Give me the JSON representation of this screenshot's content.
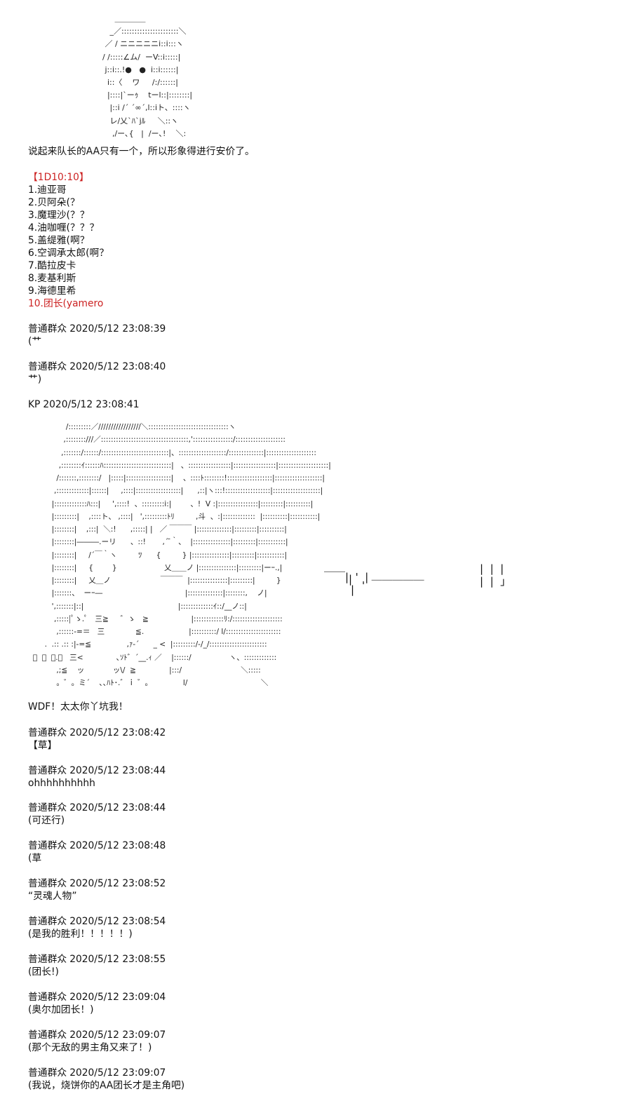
{
  "art_top": "             ＿＿＿＿\n           _／::::::::::::::::::::::＼\n         ／ / ニニニニニi::i:::ヽ\n        / /:::::∠ム/  ーV::i:::::|\n         j::i::.!●   ●  i::i::::::|\n          i::〈    ワ     /:/::::::|\n          |::::|`ーｩ    tーl::|::::::::|\n           |::i /´ ´∞´,l::iト、::::ヽ\n           レ/乂`ﾊ`jﾙ     ＼::ヽ\n            ,/ー､{   |  /ー､!    ＼:",
  "intro": "说起来队长的AA只有一个，所以形象得进行安价了。",
  "dice_label": "【1D10:10】",
  "choices": [
    {
      "num": "1.",
      "text": "迪亚哥"
    },
    {
      "num": "2.",
      "text": "贝阿朵(？"
    },
    {
      "num": "3.",
      "text": "魔理沙(？？"
    },
    {
      "num": "4.",
      "text": "油咖喱(？？？"
    },
    {
      "num": "5.",
      "text": "盖缇雅(啊？"
    },
    {
      "num": "6.",
      "text": "空调承太郎(啊？"
    },
    {
      "num": "7.",
      "text": "酷拉皮卡"
    },
    {
      "num": "8.",
      "text": "麦基利斯"
    },
    {
      "num": "9.",
      "text": "海德里希"
    }
  ],
  "highlight_choice": {
    "num": "10.",
    "text": "团长(yamero"
  },
  "early_comments": [
    {
      "user": "普通群众",
      "time": "2020/5/12 23:08:39",
      "text": "(艹"
    },
    {
      "user": "普通群众",
      "time": "2020/5/12 23:08:40",
      "text": "艹)"
    }
  ],
  "kp_header": {
    "user": "KP",
    "time": "2020/5/12 23:08:41"
  },
  "art_main": "                /:::::::::／/////////////////＼::::::::::::::::::::::::::::::::ヽ\n               ,::::::::///／:::::::::::::::::::::::::::::::::::,'::::::::::::::::/::::::::::::::::::::\n              ,:::::::/::::::/:::::::::::::::::::::::::::|、:::::::::::::::::::/::::::::::::::|::::::::::::::::::::\n             ,::::::::ｲ::::::ﾊ:::::::::::::::::::::::::::|   、:::::::::::::::::|:::::::::::::::::|::::::::::::::::::::|\n            /:::::::,::::::::/   |:::::|::::::::::::::::::|    、::::ﾄ::::::::!::::::::::::::::::|:::::::::::::::::::|\n           ,:::::::::::::|::::::|     ,::::|::::::::::::::::::|      ,::|ヽ:::!::::::::::::::::::|:::::::::::::::::::|\n          |:::::::::::::ﾊ:::|     ',::::!  、:::::::::i:|        、!  V :|::::::::::::::::|:::::::::|::::::::::|\n          |:::::::::|    ,::::ト、 ,::::|   ',:::::::::ﾄﾘ         ,斗  、:|:::::::::::::  |::::::::::|:::::::::::|\n          |::::::::|    ,:::|  ＼:!      ,:::::| |   ／ ￣￣￣ |::::::::::::::|:::::::::|::::::::::|\n          |::::::::|―――.ーリ      、::!       ,´ ̄｀、  |:::::::::::::::|:::::::::|:::::::::::|\n          |::::::::|     /´￣｀ヽ         ﾂ      {         } |:::::::::::::::|:::::::::|:::::::::::|\n          |::::::::|     {        }                    乂＿＿ノ |:::::::::::::::|:::::::::|ーｰ.,|\n          |::::::::|     乂＿ノ                     ￣￣￣  |:::::::::::::::|:::::::::|         }\n          |:::::::、  ーｰ―                                   |::::::::::::::|::::::::,    ノ|\n          ',:::::::|::|                                        |:::::::::::::ｲ::/__ノ::|\n           ,:::::|ﾟゝ.ﾟ   三≧     ゛ゝ   ≧                  |::::::::::::ﾘ:/::::::::::::::::::::\n            ,::::::-=＝   三             ≦.                   |::::::::::/ l/::::::::::::::::::::::\n       .  .:: .:: :|-=≦               ,ｧ-´      _ <  |:::::::::/-/_/:::::::::::::::::::::::\n  ﾟ  ・  ﾟ.ﾟ   三<              ､ｿﾄ゛´__.ｨ ／    |::::::/                ヽ、:::::::::::::\n            ,;≦    ッ            ッ\\/  ≧              |:::/                         ＼:::::\n            。゛。ミ´    ､､ﾊﾄ･.゛ｉ ゛。             l/                               ＼",
  "bracket_art": {
    "a": "￣￣|  '  |",
    "b": "|",
    "c": "'  ￣￣￣￣￣",
    "d": "|",
    "e": "|  |  |",
    "f": "|  |  」"
  },
  "kp_line": "WDF！太太你丫坑我！",
  "comments": [
    {
      "user": "普通群众",
      "time": "2020/5/12 23:08:42",
      "text": "【草】"
    },
    {
      "user": "普通群众",
      "time": "2020/5/12 23:08:44",
      "text": "ohhhhhhhhhh"
    },
    {
      "user": "普通群众",
      "time": "2020/5/12 23:08:44",
      "text": "(可还行)"
    },
    {
      "user": "普通群众",
      "time": "2020/5/12 23:08:48",
      "text": "(草"
    },
    {
      "user": "普通群众",
      "time": "2020/5/12 23:08:52",
      "text": "“灵魂人物”"
    },
    {
      "user": "普通群众",
      "time": "2020/5/12 23:08:54",
      "text": "(是我的胜利！！！！！)"
    },
    {
      "user": "普通群众",
      "time": "2020/5/12 23:08:55",
      "text": "(团长!)"
    },
    {
      "user": "普通群众",
      "time": "2020/5/12 23:09:04",
      "text": "(奥尔加团长！)"
    },
    {
      "user": "普通群众",
      "time": "2020/5/12 23:09:07",
      "text": "(那个无敌的男主角又来了！)"
    },
    {
      "user": "普通群众",
      "time": "2020/5/12 23:09:07",
      "text": "(我说，烧饼你的AA团长才是主角吧)"
    }
  ],
  "colors": {
    "highlight": "#cc2222",
    "text": "#111111",
    "background": "#ffffff"
  }
}
